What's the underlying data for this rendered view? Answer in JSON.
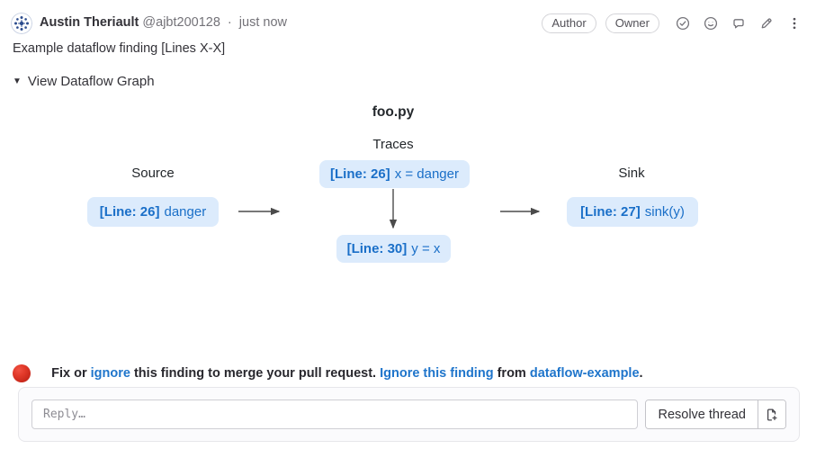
{
  "header": {
    "author_name": "Austin Theriault",
    "handle": "@ajbt200128",
    "separator": "·",
    "timestamp": "just now",
    "badges": [
      "Author",
      "Owner"
    ]
  },
  "comment": {
    "title": "Example dataflow finding [Lines X-X]",
    "disclosure_arrow": "▼",
    "disclosure_label": "View Dataflow Graph"
  },
  "graph": {
    "file_name": "foo.py",
    "column_labels": {
      "source": "Source",
      "traces": "Traces",
      "sink": "Sink"
    },
    "nodes": {
      "source": {
        "line": "[Line: 26]",
        "code": "danger"
      },
      "trace_top": {
        "line": "[Line: 26]",
        "code": "x = danger"
      },
      "trace_bottom": {
        "line": "[Line: 30]",
        "code": "y = x"
      },
      "sink": {
        "line": "[Line: 27]",
        "code": "sink(y)"
      }
    },
    "colors": {
      "node_bg": "#dcebfc",
      "node_text": "#1a6fc8",
      "arrow": "#4b4b4b"
    }
  },
  "warning": {
    "prefix": "Fix or ",
    "ignore_link": "ignore",
    "middle": " this finding to merge your pull request. ",
    "ignore_finding_link": "Ignore this finding",
    "from_text": " from ",
    "repo_link": "dataflow-example",
    "period": ".",
    "status_color": "#d92a1c",
    "link_color": "#1f75cb"
  },
  "reply": {
    "placeholder": "Reply…",
    "resolve_button": "Resolve thread"
  }
}
